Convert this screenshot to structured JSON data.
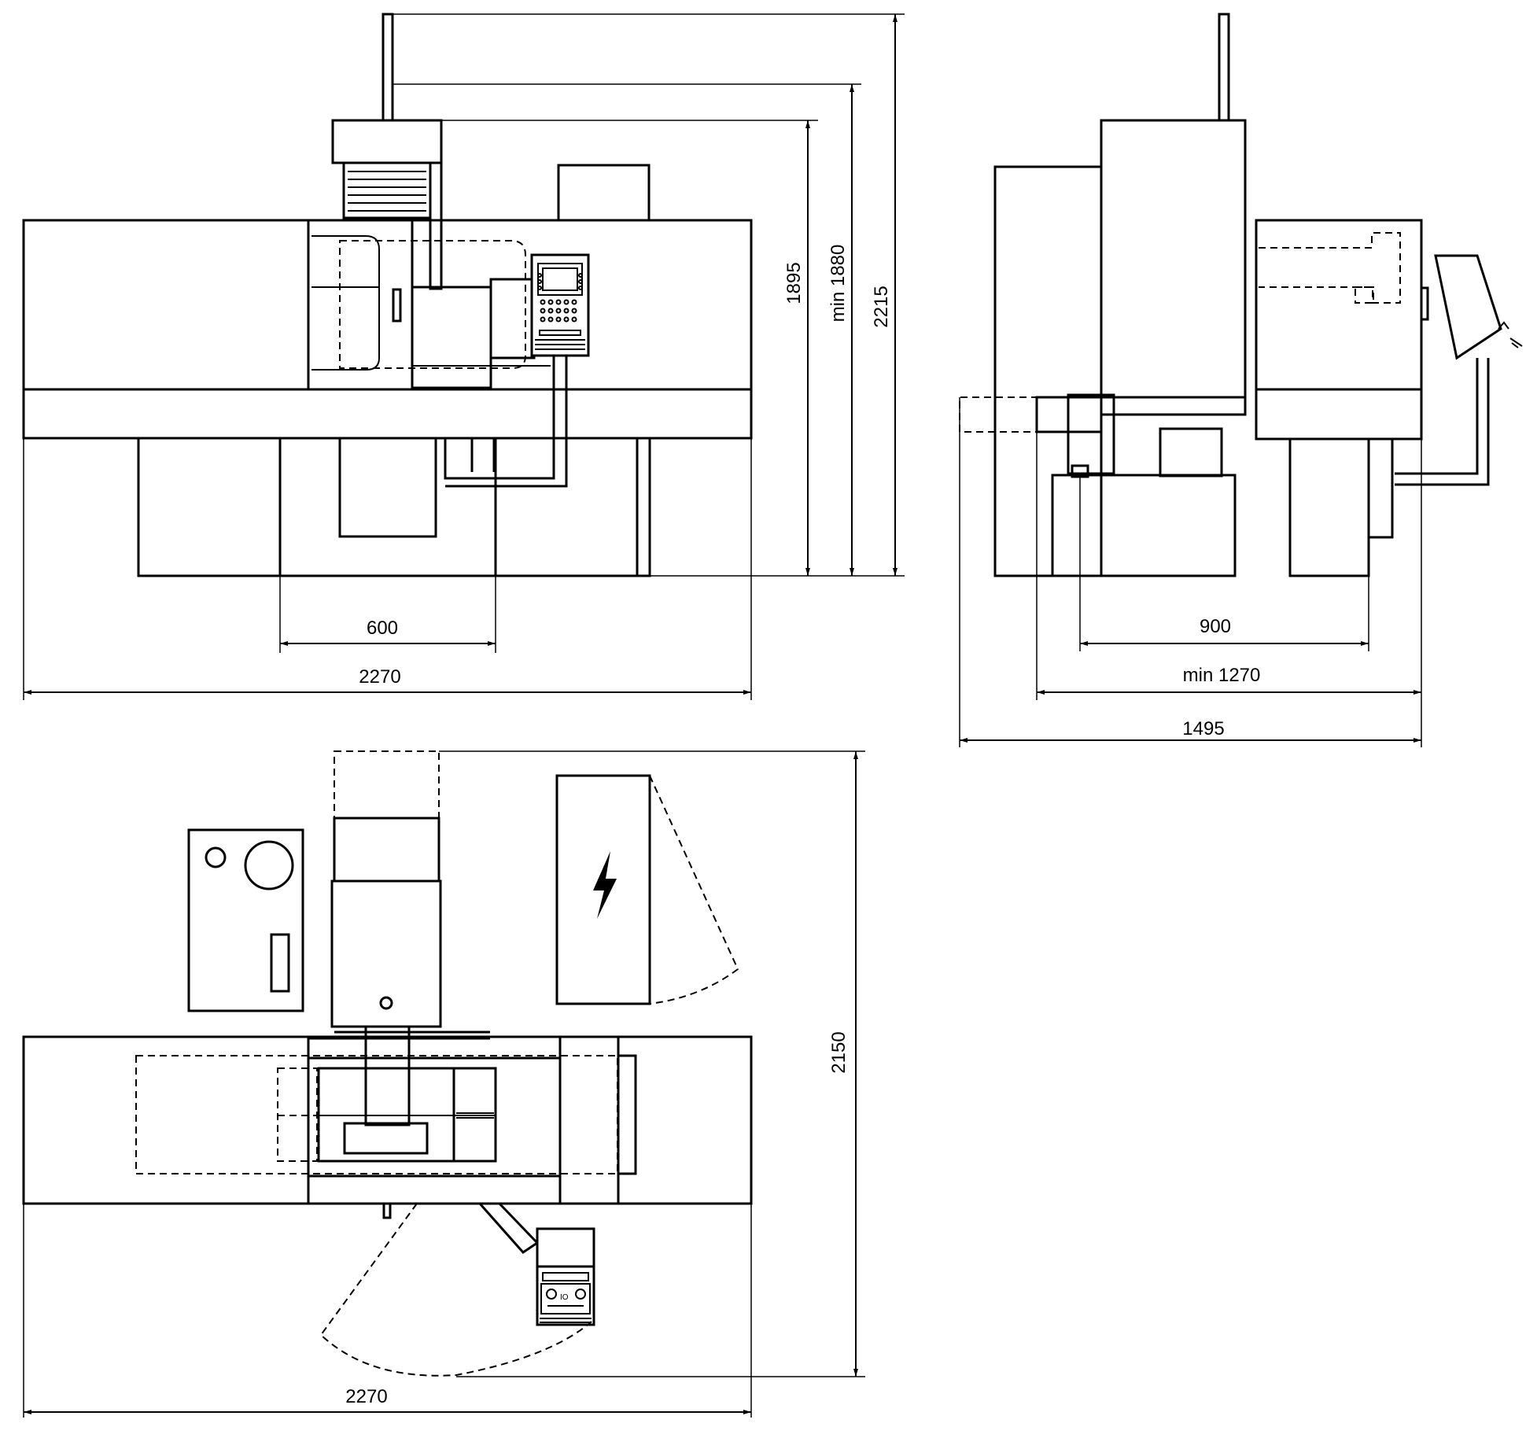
{
  "dimensions": {
    "front_height_1": "1895",
    "front_height_2": "min 1880",
    "front_height_3": "2215",
    "front_width_inner": "600",
    "front_width_total": "2270",
    "side_width_inner": "900",
    "side_width_mid": "min 1270",
    "side_width_total": "1495",
    "top_depth": "2150",
    "top_width_total": "2270"
  },
  "colors": {
    "line": "#000000",
    "background": "#ffffff"
  },
  "icons": {
    "electric_cabinet_symbol": "lightning-bolt-icon"
  }
}
